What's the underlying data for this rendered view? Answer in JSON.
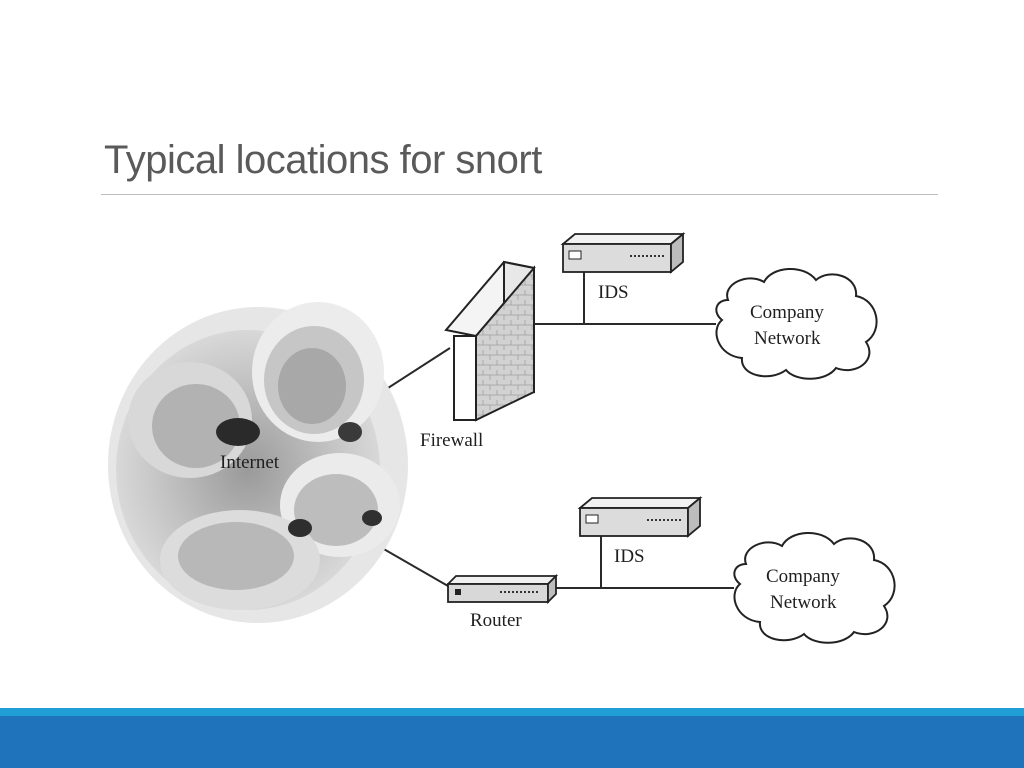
{
  "slide": {
    "title": "Typical locations for snort"
  },
  "diagram": {
    "internet_label": "Internet",
    "firewall_label": "Firewall",
    "router_label": "Router",
    "ids_top_label": "IDS",
    "ids_bottom_label": "IDS",
    "company_top": {
      "line1": "Company",
      "line2": "Network"
    },
    "company_bottom": {
      "line1": "Company",
      "line2": "Network"
    }
  },
  "colors": {
    "footer_accent": "#1f9fd6",
    "footer_band": "#1f73bb"
  }
}
